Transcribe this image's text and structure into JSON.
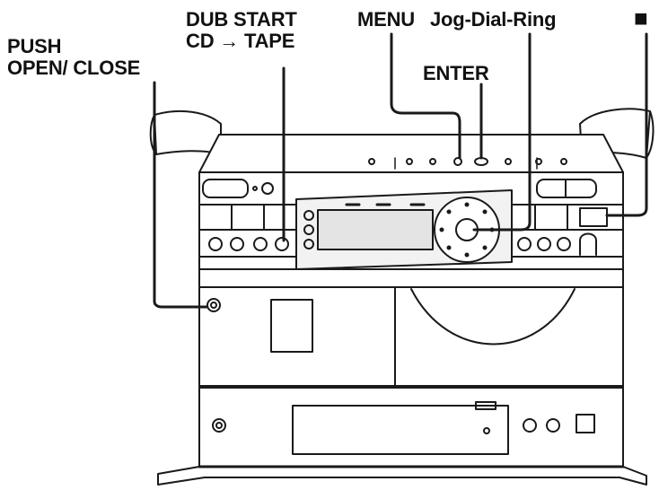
{
  "labels": {
    "push_open_close": {
      "line1": "PUSH",
      "line2": "OPEN/ CLOSE"
    },
    "dub_start": {
      "line1": "DUB START",
      "line2": "CD → TAPE"
    },
    "menu": "MENU",
    "jog_dial_ring": "Jog-Dial-Ring",
    "enter": "ENTER",
    "stop": "■"
  },
  "colors": {
    "ink": "#1a1a1a",
    "paper": "#ffffff",
    "panel": "#f2f2f2",
    "display": "#e4e4e4"
  }
}
